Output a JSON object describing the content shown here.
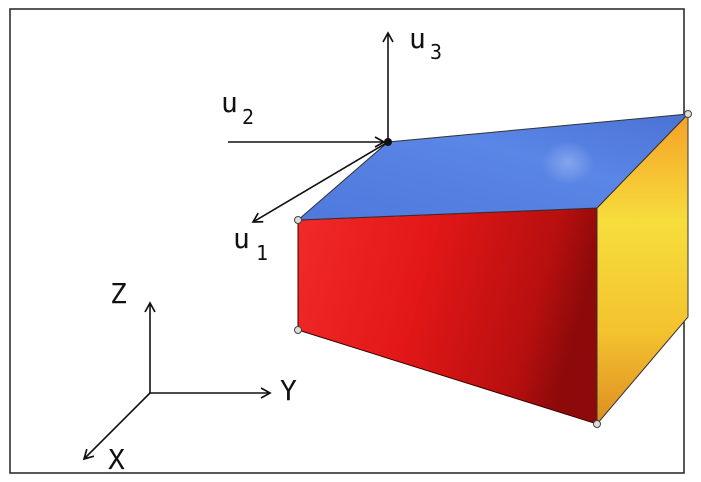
{
  "diagram": {
    "labels": {
      "u3": {
        "base": "u",
        "sub": "3"
      },
      "u2": {
        "base": "u",
        "sub": "2"
      },
      "u1": {
        "base": "u",
        "sub": "1"
      },
      "z": "Z",
      "y": "Y",
      "x": "X"
    },
    "colors": {
      "top_face": "#5b86e6",
      "front_face": "#e21717",
      "side_face": "#f2b52e",
      "frame_border": "#222222",
      "line": "#111111"
    }
  }
}
